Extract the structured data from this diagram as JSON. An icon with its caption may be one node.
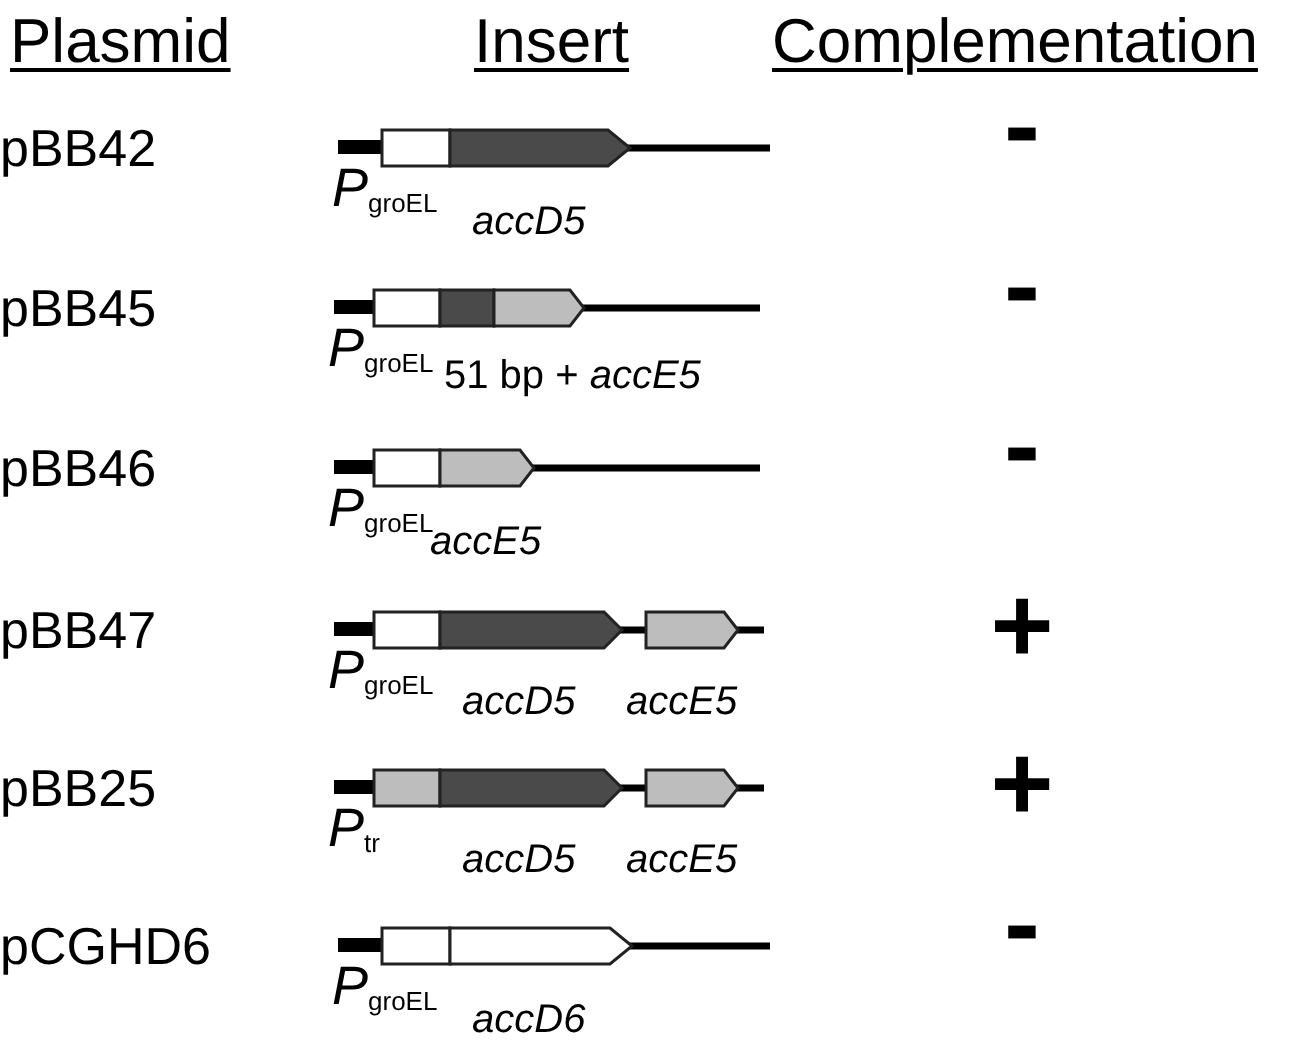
{
  "diagram": {
    "labels": [
      "Plasmid",
      "Insert",
      "Complementation",
      "pBB42",
      "*P*$_{groEL}$",
      "accD5",
      "-",
      "pBB45",
      "*P*$_{groEL}$",
      "51 bp + *accE5*",
      "-",
      "pBB46",
      "*P*$_{groEL}$",
      "accE5",
      "-",
      "pBB47",
      "*P*$_{groEL}$",
      "accD5",
      "accE5",
      "+",
      "pBB25",
      "*P*$_{tr}$",
      "accD5",
      "accE5",
      "+",
      "pCGHD6",
      "*P*$_{groEL}$",
      "accD6",
      "-"
    ]
  }
}
